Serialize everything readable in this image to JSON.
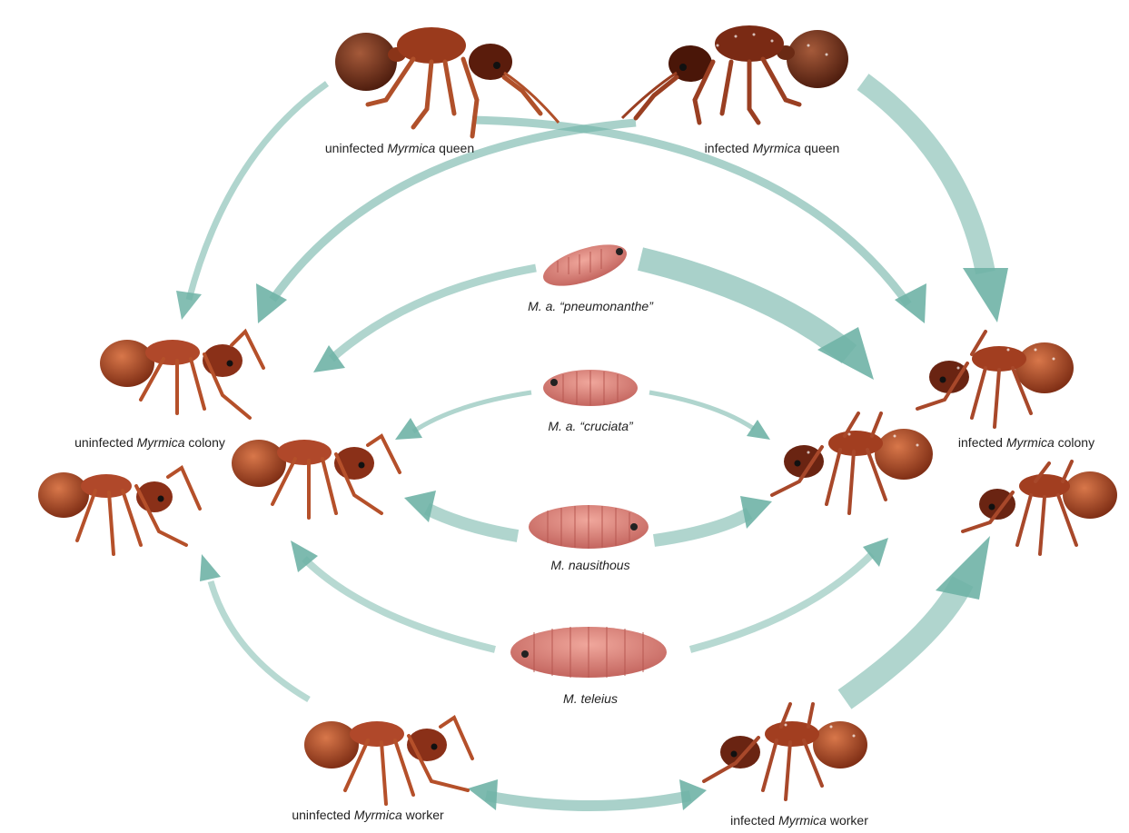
{
  "labels": {
    "uninfected_queen": {
      "pre": "uninfected ",
      "genus": "Myrmica",
      "post": " queen"
    },
    "infected_queen": {
      "pre": "infected ",
      "genus": "Myrmica",
      "post": " queen"
    },
    "uninfected_colony": {
      "pre": "uninfected ",
      "genus": "Myrmica",
      "post": " colony"
    },
    "infected_colony": {
      "pre": "infected ",
      "genus": "Myrmica",
      "post": " colony"
    },
    "uninfected_worker": {
      "pre": "uninfected ",
      "genus": "Myrmica",
      "post": " worker"
    },
    "infected_worker": {
      "pre": "infected ",
      "genus": "Myrmica",
      "post": " worker"
    }
  },
  "caterpillars": [
    {
      "name": "M. a. “pneumonanthe”"
    },
    {
      "name": "M. a. “cruciata”"
    },
    {
      "name": "M. nausithous"
    },
    {
      "name": "M. teleius"
    }
  ],
  "colors": {
    "arrow": "#6fb3a6",
    "ant_clean": "#b5502a",
    "ant_infected": "#9a3f22",
    "larva": "#d98378"
  }
}
